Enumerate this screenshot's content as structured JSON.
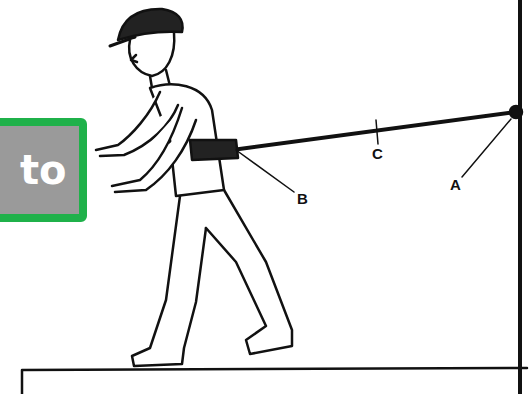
{
  "diagram": {
    "nodes": [
      {
        "text": [
          "to"
        ]
      }
    ],
    "labels": [
      "C",
      "A",
      "B"
    ]
  }
}
